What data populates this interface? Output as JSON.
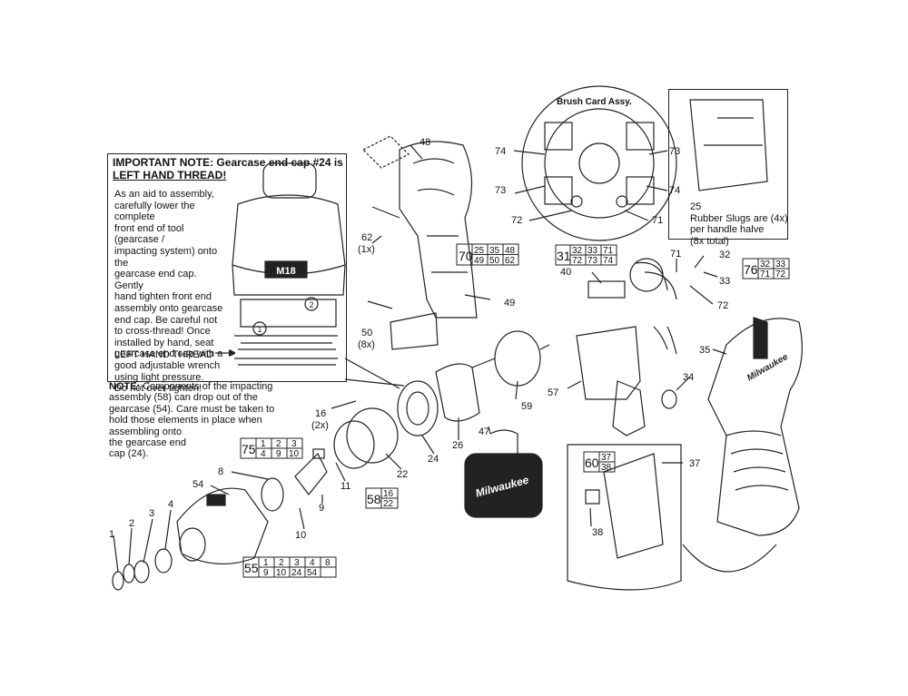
{
  "important_note": {
    "title_line1": "IMPORTANT NOTE: Gearcase end cap #24 is",
    "title_line2": "LEFT HAND THREAD!",
    "body_lines": [
      "As an aid to assembly,",
      "carefully lower the complete",
      "front end of tool (gearcase /",
      "impacting system) onto the",
      "gearcase end cap. Gently",
      "hand tighten front end",
      "assembly onto gearcase",
      "end cap. Be careful not",
      "to cross-thread! Once",
      "installed by hand, seat",
      "gearcase end cap with a",
      "good adjustable wrench",
      "using light pressure.",
      "Do not over tighten!"
    ],
    "left_hand_thread_label": "LEFT HAND THREAD",
    "gearcase_badge": "M18"
  },
  "note2": {
    "prefix": "NOTE:",
    "lines": [
      " Components of the impacting",
      "assembly (58) can drop out of the",
      "gearcase (54). Care must be taken to",
      "hold those elements in place when",
      "assembling onto",
      "the gearcase end",
      "cap (24)."
    ]
  },
  "brush_card": {
    "title": "Brush Card Assy.",
    "labels": [
      "74",
      "73",
      "73",
      "74",
      "72",
      "71"
    ]
  },
  "inset": {
    "part": "25",
    "lines": [
      "Rubber Slugs are (4x)",
      "per handle halve",
      "(8x total)"
    ]
  },
  "case_brand": "Milwaukee",
  "housing_brand": "Milwaukee",
  "callouts": {
    "c48": "48",
    "c62": "62",
    "c62q": "(1x)",
    "c50": "50",
    "c50q": "(8x)",
    "c49": "49",
    "c59": "59",
    "c57": "57",
    "c40": "40",
    "c34": "34",
    "c35": "35",
    "c71": "71",
    "c32": "32",
    "c33": "33",
    "c72": "72",
    "c47": "47",
    "c26": "26",
    "c24": "24",
    "c22": "22",
    "c16": "16",
    "c16q": "(2x)",
    "c11": "11",
    "c9": "9",
    "c10": "10",
    "c8": "8",
    "c54": "54",
    "c1": "1",
    "c2": "2",
    "c3": "3",
    "c4": "4",
    "c37": "37",
    "c38": "38"
  },
  "kits": {
    "k70": {
      "id": "70",
      "top": [
        "25",
        "35",
        "48"
      ],
      "bottom": [
        "49",
        "50",
        "62"
      ]
    },
    "k31": {
      "id": "31",
      "top": [
        "32",
        "33",
        "71"
      ],
      "bottom": [
        "72",
        "73",
        "74"
      ]
    },
    "k76": {
      "id": "76",
      "top": [
        "32",
        "33"
      ],
      "bottom": [
        "71",
        "72"
      ]
    },
    "k75": {
      "id": "75",
      "top": [
        "1",
        "2",
        "3"
      ],
      "bottom": [
        "4",
        "9",
        "10"
      ]
    },
    "k58": {
      "id": "58",
      "top": [
        "16"
      ],
      "bottom": [
        "22"
      ]
    },
    "k60": {
      "id": "60",
      "top": [
        "37"
      ],
      "bottom": [
        "38"
      ]
    },
    "k55": {
      "id": "55",
      "top": [
        "1",
        "2",
        "3",
        "4",
        "8"
      ],
      "bottom": [
        "9",
        "10",
        "24",
        "54",
        ""
      ]
    }
  }
}
